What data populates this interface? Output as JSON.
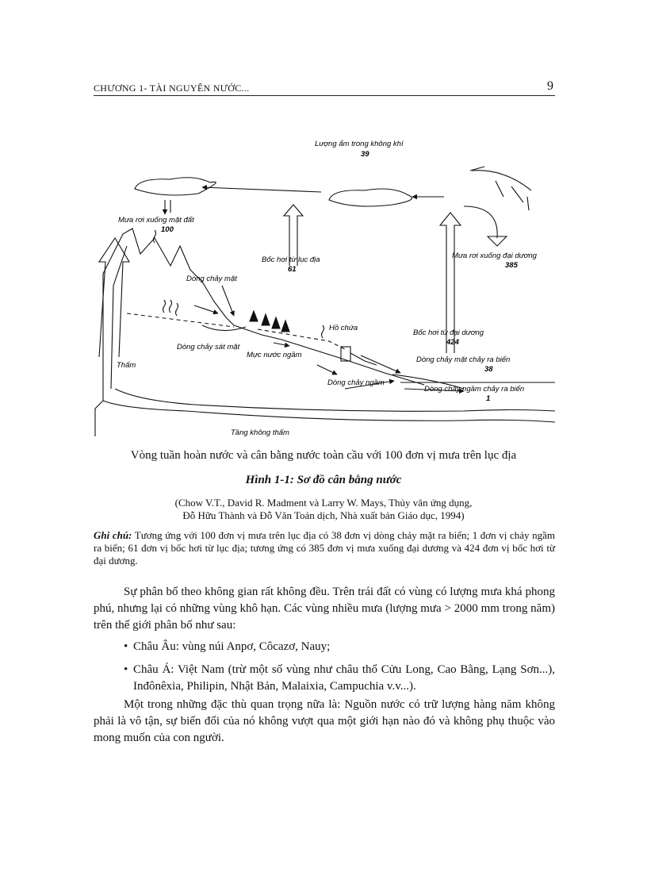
{
  "header": {
    "chapter": "CHƯƠNG 1- TÀI NGUYÊN NƯỚC...",
    "page_number": "9"
  },
  "figure": {
    "labels": {
      "atmosphere": "Lượng ẩm trong không khí",
      "atmosphere_value": "39",
      "rain_land": "Mưa rơi xuống mặt đất",
      "rain_land_value": "100",
      "evap_land": "Bốc hơi từ lục địa",
      "evap_land_value": "61",
      "rain_ocean": "Mưa rơi xuống đại dương",
      "rain_ocean_value": "385",
      "surface_flow": "Dòng chảy mặt",
      "reservoir": "Hồ chứa",
      "evap_ocean": "Bốc hơi từ đại dương",
      "evap_ocean_value": "424",
      "subsurface_flow": "Dòng chảy sát mặt",
      "water_table": "Mực nước ngầm",
      "infiltration": "Thấm",
      "surface_to_sea": "Dòng chảy mặt chảy ra biển",
      "surface_to_sea_value": "38",
      "groundwater_flow": "Dòng chảy ngầm",
      "groundwater_to_sea": "Dòng chảy ngầm  chảy ra biển",
      "groundwater_to_sea_value": "1",
      "impermeable": "Tầng không thấm"
    }
  },
  "caption": {
    "line1": "Vòng tuần hoàn nước và cân bằng nước toàn cầu với 100 đơn vị mưa trên lục địa",
    "title": "Hình 1-1: Sơ đồ cân bằng nước",
    "source1": "(Chow V.T., David R. Madment và Larry W. Mays, Thủy văn ứng dụng,",
    "source2": "Đỗ Hữu Thành và Đỗ Văn Toản dịch, Nhà xuất bản Giáo dục, 1994)"
  },
  "note": {
    "label": "Ghi chú:",
    "text": " Tương ứng với 100 đơn vị mưa trên lục địa có 38 đơn vị dòng chảy mặt ra biển; 1 đơn vị chảy ngầm ra biển; 61 đơn vị bốc hơi từ lục địa; tương ứng có 385 đơn vị mưa xuống đại dương và 424 đơn vị bốc hơi từ đại dương."
  },
  "body": {
    "para1": "Sự phân bố theo không gian rất không đều. Trên trái đất có vùng có lượng mưa khá phong phú, nhưng lại có những vùng khô hạn. Các vùng nhiều mưa (lượng mưa > 2000 mm trong năm) trên thế giới phân bố như sau:",
    "bullets": [
      "Châu Âu: vùng núi Anpơ, Côcazơ, Nauy;",
      "Châu Á: Việt Nam (trừ một số vùng như châu thổ Cửu Long, Cao Bằng, Lạng Sơn...), Inđônêxia, Philipin, Nhật Bản, Malaixia, Campuchia v.v...)."
    ],
    "para2": "Một trong những đặc thù quan trọng nữa là: Nguồn nước có trữ lượng hàng năm không phải là vô tận, sự biến đổi của nó không vượt qua một giới hạn nào đó và không phụ thuộc vào mong muốn của con người."
  }
}
